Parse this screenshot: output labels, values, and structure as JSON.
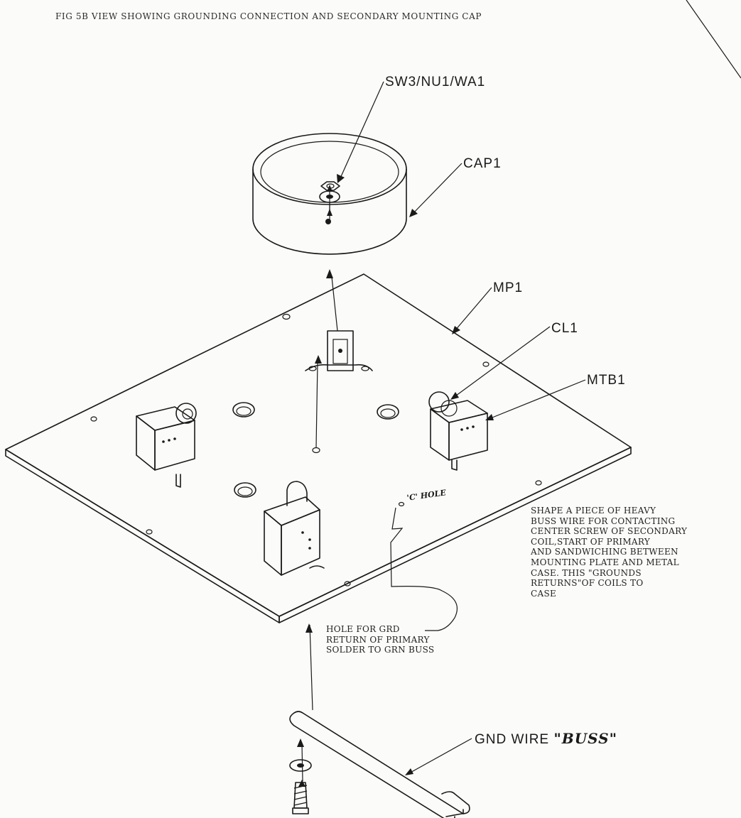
{
  "figure": {
    "caption": "FIG 5B VIEW SHOWING GROUNDING CONNECTION AND SECONDARY MOUNTING CAP"
  },
  "labels": {
    "sw_nut_washer": "SW3/NU1/WA1",
    "cap": "CAP1",
    "mounting_plate": "MP1",
    "clip": "CL1",
    "terminal_block": "MTB1",
    "gnd_wire_prefix": "GND WIRE",
    "gnd_wire_buss": "\"BUSS\"",
    "c_hole": "'C' HOLE"
  },
  "notes": {
    "grd_hole": [
      "HOLE FOR GRD",
      "RETURN OF PRIMARY",
      "SOLDER TO GRN BUSS"
    ],
    "buss_wire": [
      "SHAPE A PIECE OF HEAVY",
      "BUSS WIRE FOR CONTACTING",
      "CENTER SCREW OF SECONDARY",
      "COIL,START OF PRIMARY",
      "AND SANDWICHING BETWEEN",
      "MOUNTING PLATE AND METAL",
      "CASE. THIS \"GROUNDS",
      "RETURNS\"OF COILS TO",
      "CASE"
    ]
  }
}
